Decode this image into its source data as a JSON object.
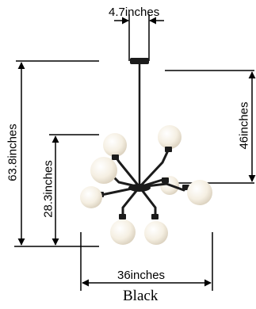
{
  "dimensions": {
    "canopy_width": "4.7inches",
    "total_height": "63.8inches",
    "body_height": "28.3inches",
    "drop_height": "46inches",
    "width": "36inches"
  },
  "finish": "Black",
  "colors": {
    "metal": "#1b1b1b",
    "globe_light": "#faf5ea",
    "globe_shadow": "#ddd4c2",
    "line": "#000000"
  }
}
